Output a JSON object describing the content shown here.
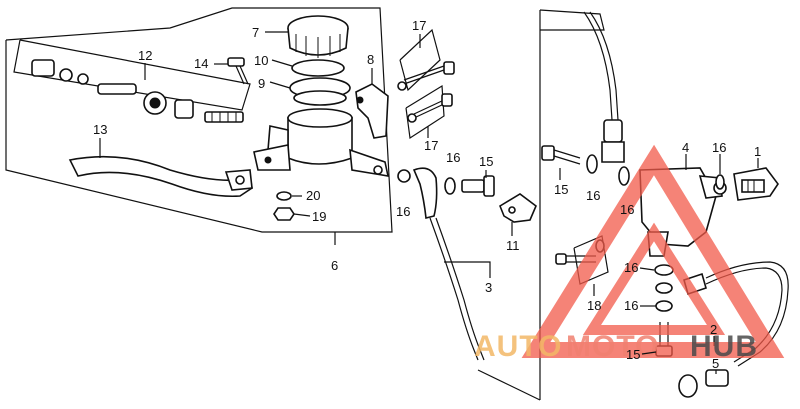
{
  "labels": {
    "p1": "1",
    "p2": "2",
    "p3": "3",
    "p4": "4",
    "p5": "5",
    "p6": "6",
    "p7": "7",
    "p8": "8",
    "p9": "9",
    "p10": "10",
    "p11": "11",
    "p12": "12",
    "p13": "13",
    "p14": "14",
    "p15a": "15",
    "p15b": "15",
    "p15c": "15",
    "p16a": "16",
    "p16b": "16",
    "p16c": "16",
    "p16d": "16",
    "p16e": "16",
    "p16f": "16",
    "p16g": "16",
    "p17a": "17",
    "p17b": "17",
    "p18": "18",
    "p19": "19",
    "p20": "20"
  },
  "watermark": {
    "part1": "AUTO",
    "part2": "MOTO",
    "part3": "HUB",
    "colors": {
      "auto": "#f2b766",
      "moto": "#f08070",
      "hub": "#4a4a4a",
      "triangle": "#f25a4a"
    }
  }
}
